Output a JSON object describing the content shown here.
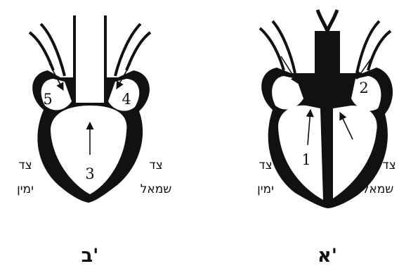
{
  "diagram_a": {
    "caption": "א'",
    "side_right_line1": "צד",
    "side_right_line2": "ימין",
    "side_left_line1": "צד",
    "side_left_line2": "שמאל",
    "markers": [
      "1",
      "2"
    ]
  },
  "diagram_b": {
    "caption": "ב'",
    "side_right_line1": "צד",
    "side_right_line2": "ימין",
    "side_left_line1": "צד",
    "side_left_line2": "שמאל",
    "markers": [
      "3",
      "4",
      "5"
    ]
  }
}
